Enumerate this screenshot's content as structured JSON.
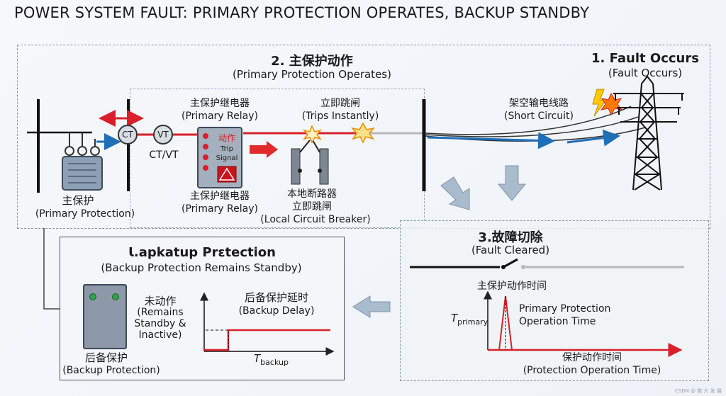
{
  "title": "POWER SYSTEM FAULT: PRIMARY PROTECTION OPERATES, BACKUP STANDBY",
  "section2": {
    "heading": "2. 主保护动作",
    "subheading": "(Primary Protection Operates)"
  },
  "section1": {
    "heading": "1. Fault Occurs",
    "subheading": "(Fault Occurs)"
  },
  "line": {
    "cn": "架空输电线路",
    "en": "(Short Circuit)"
  },
  "primary_relay_top": {
    "cn": "主保护继电器",
    "en": "(Primary Relay)"
  },
  "trips": {
    "cn": "立即跳闸",
    "en": "(Trips Instantly)"
  },
  "ct_label": "CT",
  "vt_label": "VT",
  "ctvt_label": "CT/VT",
  "relay_panel": {
    "action": "动作",
    "trip": "Trip",
    "signal": "Signal"
  },
  "primary_relay_bottom": {
    "cn": "主保护继电器",
    "en": "(Primary Relay)"
  },
  "breaker": {
    "cn": "本地断路器",
    "cn2": "立即跳闸",
    "en": "(Local Circuit Breaker)"
  },
  "primary_protection": {
    "cn": "主保护",
    "en": "(Primary Protection)"
  },
  "section3": {
    "heading": "3.故障切除",
    "subheading": "(Fault Cleared)"
  },
  "backup_box": {
    "heading": "Ɩ.apkatup Prɛtection",
    "subheading": "(Backup Protection Remains Standby)"
  },
  "backup_state": {
    "cn": "未动作",
    "en1": "(Remains",
    "en2": "Standby &",
    "en3": "Inactive)"
  },
  "backup_device": {
    "cn": "后备保护",
    "en": "(Backup Protection)"
  },
  "backup_delay": {
    "cn": "后备保护延时",
    "en": "(Backup Delay)"
  },
  "t_backup": {
    "main": "T",
    "sub": "backup"
  },
  "t_primary": {
    "main": "T",
    "sub": "primary"
  },
  "primary_time_cn": "主保护动作时间",
  "primary_op": {
    "line1": "Primary Protection",
    "line2": "Operation Time"
  },
  "prot_time": {
    "cn": "保护动作时间",
    "en": "(Protection Operation Time)"
  },
  "watermark": "CSDN @ 数 大 发 展",
  "colors": {
    "fault_red": "#d9202a",
    "flow_blue": "#1f6fb8",
    "arrow_gray": "#a9bccd"
  }
}
